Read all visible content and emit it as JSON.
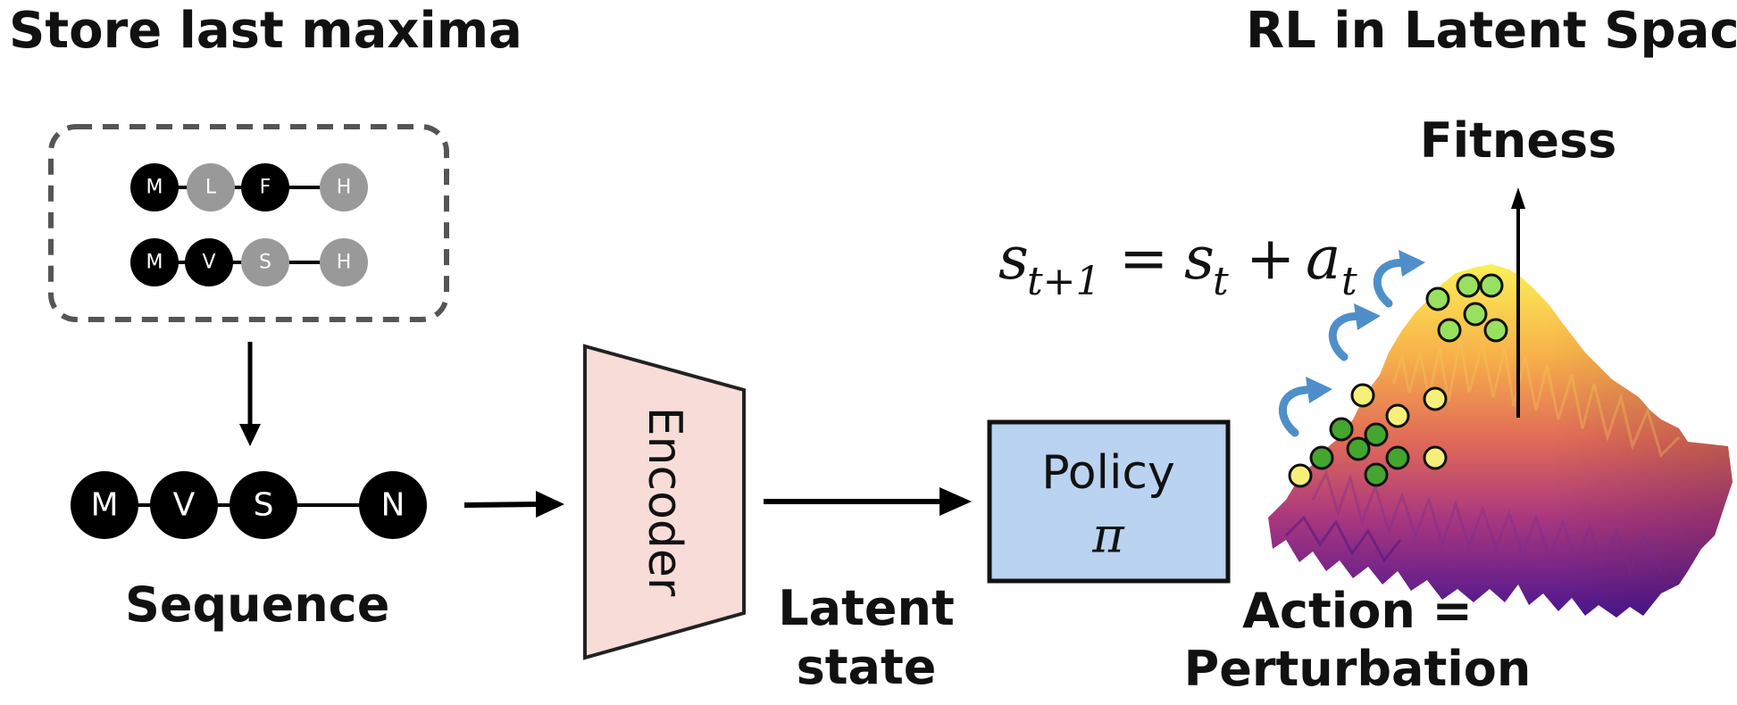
{
  "titles": {
    "left": "Store last maxima",
    "right": "RL in Latent Space"
  },
  "memory": {
    "row1": [
      "M",
      "L",
      "F",
      "H"
    ],
    "row2": [
      "M",
      "V",
      "S",
      "H"
    ]
  },
  "sequence": {
    "tokens": [
      "M",
      "V",
      "S",
      "N"
    ],
    "label": "Sequence"
  },
  "encoder": {
    "label": "Encoder",
    "color": "#f8dcd8"
  },
  "latent_label_line1": "Latent",
  "latent_label_line2": "state",
  "policy": {
    "label": "Policy",
    "symbol": "π",
    "color": "#b9d3f0"
  },
  "equation": {
    "lhs": "s",
    "lhs_sub": "t+1",
    "eq": "=",
    "s": "s",
    "s_sub": "t",
    "plus": "+",
    "a": "a",
    "a_sub": "t"
  },
  "fitness_label": "Fitness",
  "action_label_line1": "Action =",
  "action_label_line2": "Perturbation",
  "colors": {
    "node_dark": "#000000",
    "node_light": "#999999",
    "arrow_blue": "#4f8fc9",
    "point_yellow": "#f6f07a",
    "point_green_dark": "#44a52f",
    "point_green_light": "#98e060"
  }
}
